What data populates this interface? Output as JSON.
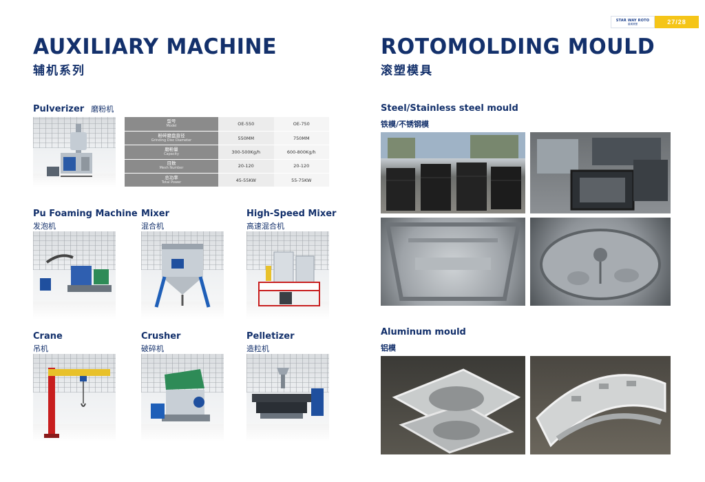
{
  "brand": {
    "logo_text": "STAR WAY ROTO",
    "logo_sub": "星威滚塑",
    "page": "27/28"
  },
  "left": {
    "title": "AUXILIARY MACHINE",
    "title_cn": "辅机系列",
    "pulverizer": {
      "label": "Pulverizer",
      "label_cn": "磨粉机",
      "table": {
        "header": [
          "型号",
          "Model"
        ],
        "models": [
          "OE-550",
          "OE-750"
        ],
        "rows": [
          {
            "cn": "粉碎磨盘直径",
            "en": "Grinding Disc Diameter",
            "values": [
              "550MM",
              "750MM"
            ]
          },
          {
            "cn": "磨粉量",
            "en": "Capacity",
            "values": [
              "300-500Kg/h",
              "600-800Kg/h"
            ]
          },
          {
            "cn": "目数",
            "en": "Mesh Number",
            "values": [
              "20-120",
              "20-120"
            ]
          },
          {
            "cn": "总功率",
            "en": "Total Power",
            "values": [
              "45-55KW",
              "55-75KW"
            ]
          }
        ]
      }
    },
    "machines": [
      {
        "label": "Pu Foaming Machine",
        "label_cn": "发泡机"
      },
      {
        "label": "Mixer",
        "label_cn": "混合机"
      },
      {
        "label": "High-Speed Mixer",
        "label_cn": "高速混合机"
      },
      {
        "label": "Crane",
        "label_cn": "吊机"
      },
      {
        "label": "Crusher",
        "label_cn": "破碎机"
      },
      {
        "label": "Pelletizer",
        "label_cn": "造粒机"
      }
    ]
  },
  "right": {
    "title": "ROTOMOLDING MOULD",
    "title_cn": "滚塑模具",
    "steel": {
      "label": "Steel/Stainless steel mould",
      "label_cn": "铁模/不锈钢模"
    },
    "aluminum": {
      "label": "Aluminum mould",
      "label_cn": "铝模"
    }
  },
  "colors": {
    "navy": "#13306b",
    "accent_yellow": "#f5c518"
  }
}
